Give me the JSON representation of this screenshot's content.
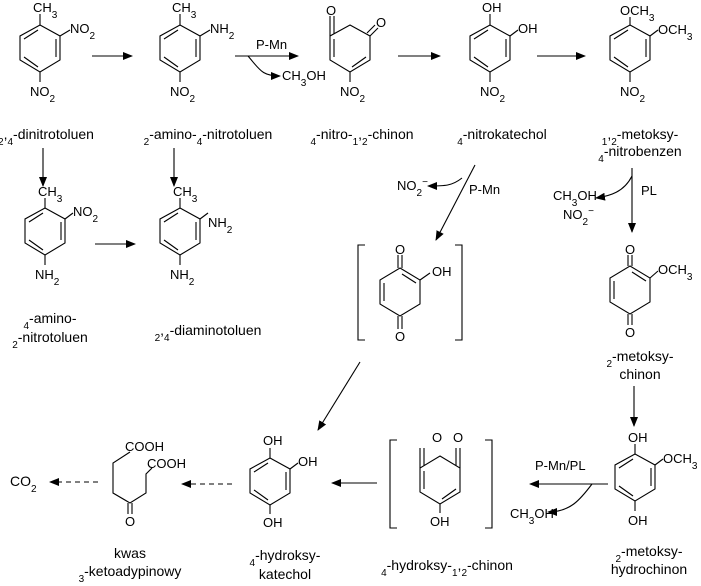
{
  "compounds": {
    "c1": {
      "name": "2,4-dinitrotoluen",
      "ch3": "CH3",
      "no2_a": "NO2",
      "no2_b": "NO2"
    },
    "c2": {
      "name": "2-amino-4-nitrotoluen",
      "ch3": "CH3",
      "nh2": "NH2",
      "no2": "NO2"
    },
    "c3": {
      "name": "4-nitro-1,2-chinon",
      "o1": "O",
      "o2": "O",
      "no2": "NO2"
    },
    "c4": {
      "name": "4-nitrokatechol",
      "oh1": "OH",
      "oh2": "OH",
      "no2": "NO2"
    },
    "c5": {
      "name_line1": "1,2-metoksy-",
      "name_line2": "4-nitrobenzen",
      "och3_a": "OCH3",
      "och3_b": "OCH3",
      "no2": "NO2"
    },
    "c6": {
      "name_line1": "4-amino-",
      "name_line2": "2-nitrotoluen",
      "ch3": "CH3",
      "no2": "NO2",
      "nh2": "NH2"
    },
    "c7": {
      "name": "2,4-diaminotoluen",
      "ch3": "CH3",
      "nh2_a": "NH2",
      "nh2_b": "NH2"
    },
    "c8": {
      "o1": "O",
      "oh": "OH",
      "o2": "O"
    },
    "c9": {
      "name_line1": "2-metoksy-",
      "name_line2": "chinon",
      "o1": "O",
      "och3": "OCH3",
      "o2": "O"
    },
    "c10": {
      "name_line1": "2-metoksy-",
      "name_line2": "hydrochinon",
      "oh1": "OH",
      "och3": "OCH3",
      "oh2": "OH"
    },
    "c11": {
      "name": "4-hydroksy-1,2-chinon",
      "o1": "O",
      "o2": "O",
      "oh": "OH"
    },
    "c12": {
      "name_line1": "4-hydroksy-",
      "name_line2": "katechol",
      "oh1": "OH",
      "oh2": "OH",
      "oh3": "OH"
    },
    "c13": {
      "name_line1": "kwas",
      "name_line2": "3-ketoadypinowy",
      "cooh1": "COOH",
      "cooh2": "COOH",
      "o": "O"
    },
    "c14": {
      "formula": "CO2"
    }
  },
  "arrow_labels": {
    "pmn_top": "P-Mn",
    "ch3oh_top": "CH3OH",
    "no2_minus": "NO2",
    "pmn_mid": "P-Mn",
    "ch3oh_right": "CH3OH",
    "no2_minus_right": "NO2",
    "pl": "PL",
    "pmn_pl": "P-Mn/PL",
    "ch3oh_bottom": "CH3OH"
  }
}
